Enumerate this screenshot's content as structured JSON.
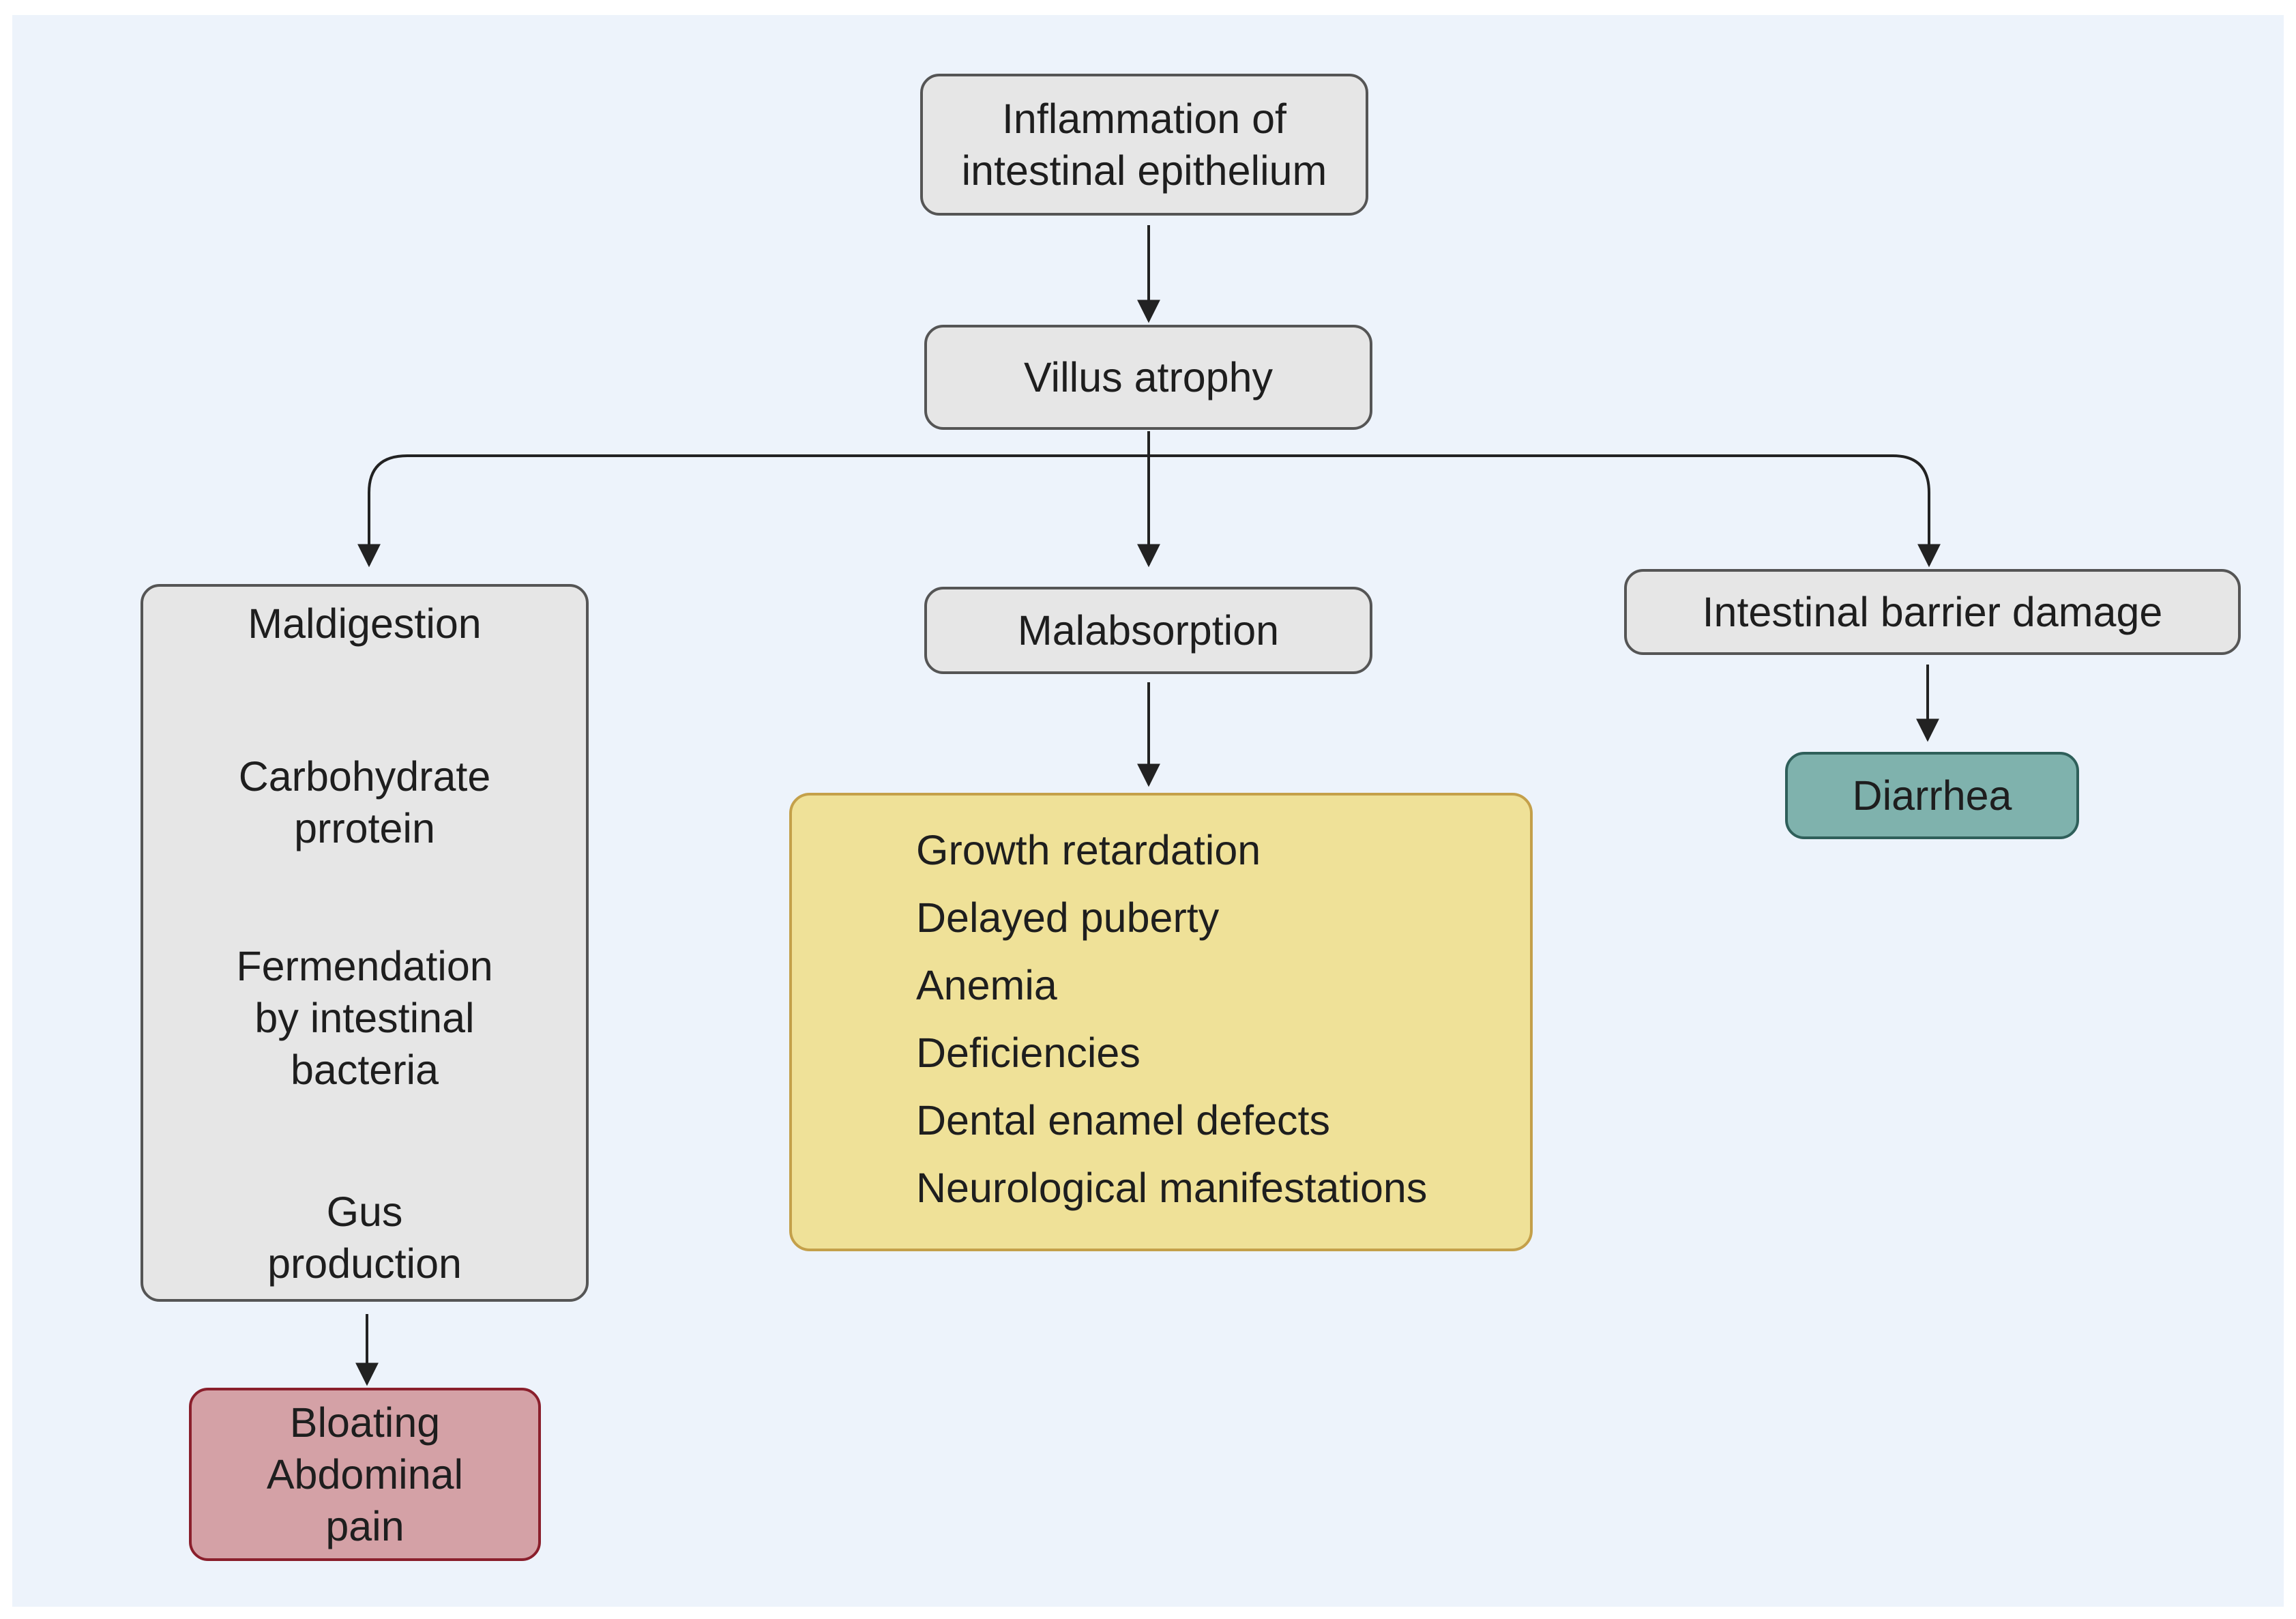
{
  "nodes": {
    "inflammation": {
      "lines": [
        "Inflammation of",
        "intestinal epithelium"
      ]
    },
    "villus": {
      "lines": [
        "Villus atrophy"
      ]
    },
    "maldigestion": {
      "label": "Maldigestion"
    },
    "carbohydrate": {
      "lines": [
        "Carbohydrate",
        "prrotein"
      ]
    },
    "fermentation": {
      "lines": [
        "Fermendation",
        "by intestinal",
        "bacteria"
      ]
    },
    "gas": {
      "lines": [
        "Gus",
        "production"
      ]
    },
    "bloating": {
      "lines": [
        "Bloating",
        "Abdominal",
        "pain"
      ]
    },
    "malabsorption": {
      "lines": [
        "Malabsorption"
      ]
    },
    "symptoms": {
      "items": [
        "Growth retardation",
        "Delayed puberty",
        "Anemia",
        "Deficiencies",
        "Dental enamel defects",
        "Neurological manifestations"
      ]
    },
    "barrier": {
      "lines": [
        "Intestinal barrier damage"
      ]
    },
    "diarrhea": {
      "lines": [
        "Diarrhea"
      ]
    }
  },
  "colors": {
    "background": "#edf3fb",
    "box_gray": "#e6e6e6",
    "box_pink": "#d4a1a6",
    "box_teal": "#7fb2ad",
    "box_yellow": "#efe198",
    "arrow": "#222222"
  }
}
